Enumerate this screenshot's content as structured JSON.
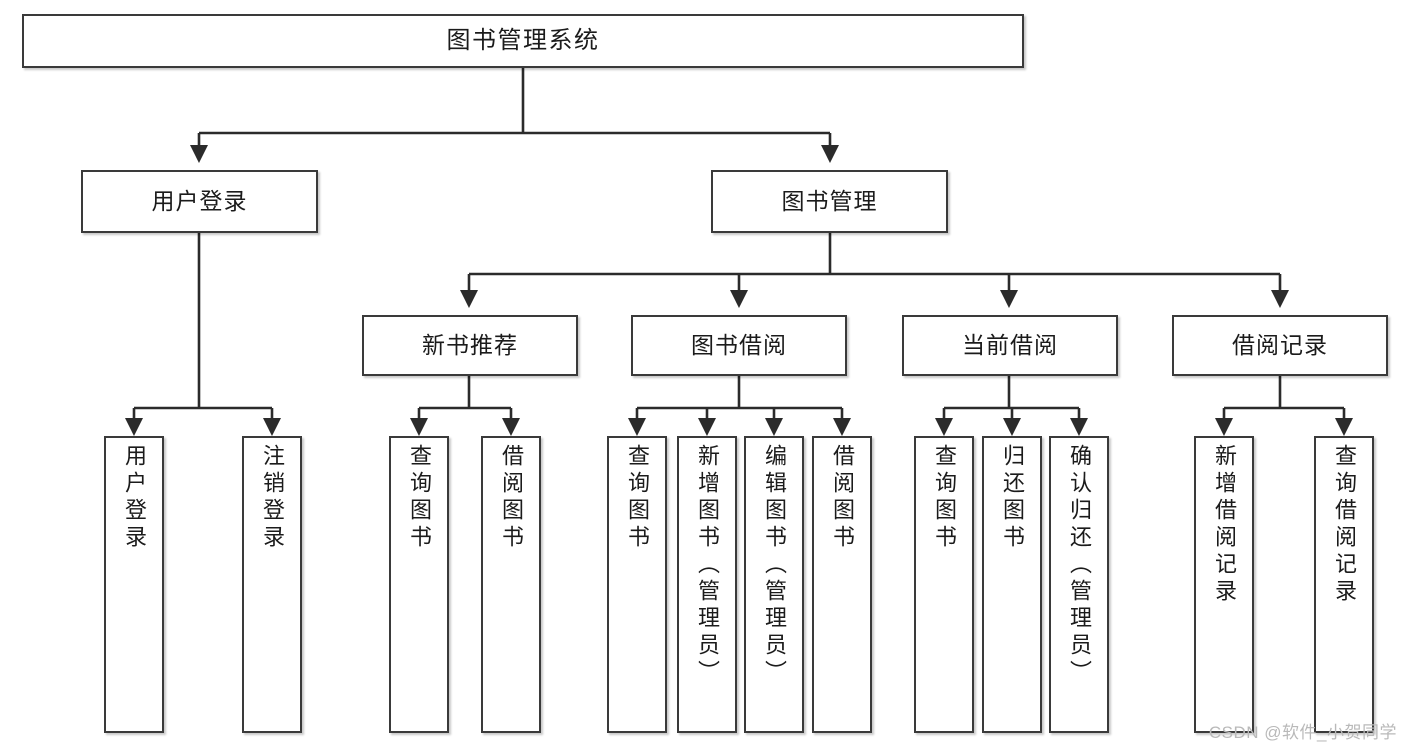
{
  "diagram": {
    "title": "图书管理系统",
    "type": "tree-structure-chart",
    "watermark": "CSDN @软件_小贺同学",
    "colors": {
      "box_border": "#3a3a3a",
      "box_fill": "#ffffff",
      "edge": "#2b2b2b",
      "text": "#1b1b1b",
      "watermark": "#b9b9b9",
      "background": "#ffffff"
    }
  },
  "nodes": {
    "root": {
      "id": "root",
      "label": "图书管理系统",
      "level": 1,
      "orientation": "horizontal"
    },
    "user_login": {
      "id": "user_login",
      "label": "用户登录",
      "level": 2,
      "orientation": "horizontal"
    },
    "book_mgmt": {
      "id": "book_mgmt",
      "label": "图书管理",
      "level": 2,
      "orientation": "horizontal"
    },
    "new_book_rec": {
      "id": "new_book_rec",
      "label": "新书推荐",
      "level": 3,
      "orientation": "horizontal"
    },
    "book_borrow": {
      "id": "book_borrow",
      "label": "图书借阅",
      "level": 3,
      "orientation": "horizontal"
    },
    "current_borrow": {
      "id": "current_borrow",
      "label": "当前借阅",
      "level": 3,
      "orientation": "horizontal"
    },
    "borrow_record": {
      "id": "borrow_record",
      "label": "借阅记录",
      "level": 3,
      "orientation": "horizontal"
    },
    "leaf_user_login": {
      "id": "leaf_user_login",
      "label": "用户登录",
      "level": 3,
      "orientation": "vertical"
    },
    "leaf_logout": {
      "id": "leaf_logout",
      "label": "注销登录",
      "level": 3,
      "orientation": "vertical"
    },
    "leaf_query_book_1": {
      "id": "leaf_query_book_1",
      "label": "查询图书",
      "level": 4,
      "orientation": "vertical"
    },
    "leaf_borrow_book_1": {
      "id": "leaf_borrow_book_1",
      "label": "借阅图书",
      "level": 4,
      "orientation": "vertical"
    },
    "leaf_query_book_2": {
      "id": "leaf_query_book_2",
      "label": "查询图书",
      "level": 4,
      "orientation": "vertical"
    },
    "leaf_add_book": {
      "id": "leaf_add_book",
      "label": "新增图书（管理员）",
      "level": 4,
      "orientation": "vertical"
    },
    "leaf_edit_book": {
      "id": "leaf_edit_book",
      "label": "编辑图书（管理员）",
      "level": 4,
      "orientation": "vertical"
    },
    "leaf_borrow_book_2": {
      "id": "leaf_borrow_book_2",
      "label": "借阅图书",
      "level": 4,
      "orientation": "vertical"
    },
    "leaf_query_book_3": {
      "id": "leaf_query_book_3",
      "label": "查询图书",
      "level": 4,
      "orientation": "vertical"
    },
    "leaf_return_book": {
      "id": "leaf_return_book",
      "label": "归还图书",
      "level": 4,
      "orientation": "vertical"
    },
    "leaf_confirm_return": {
      "id": "leaf_confirm_return",
      "label": "确认归还（管理员）",
      "level": 4,
      "orientation": "vertical"
    },
    "leaf_add_record": {
      "id": "leaf_add_record",
      "label": "新增借阅记录",
      "level": 4,
      "orientation": "vertical"
    },
    "leaf_query_record": {
      "id": "leaf_query_record",
      "label": "查询借阅记录",
      "level": 4,
      "orientation": "vertical"
    }
  },
  "hierarchy": [
    {
      "label": "图书管理系统",
      "children": [
        {
          "label": "用户登录",
          "children": [
            {
              "label": "用户登录",
              "children": []
            },
            {
              "label": "注销登录",
              "children": []
            }
          ]
        },
        {
          "label": "图书管理",
          "children": [
            {
              "label": "新书推荐",
              "children": [
                {
                  "label": "查询图书",
                  "children": []
                },
                {
                  "label": "借阅图书",
                  "children": []
                }
              ]
            },
            {
              "label": "图书借阅",
              "children": [
                {
                  "label": "查询图书",
                  "children": []
                },
                {
                  "label": "新增图书（管理员）",
                  "children": []
                },
                {
                  "label": "编辑图书（管理员）",
                  "children": []
                },
                {
                  "label": "借阅图书",
                  "children": []
                }
              ]
            },
            {
              "label": "当前借阅",
              "children": [
                {
                  "label": "查询图书",
                  "children": []
                },
                {
                  "label": "归还图书",
                  "children": []
                },
                {
                  "label": "确认归还（管理员）",
                  "children": []
                }
              ]
            },
            {
              "label": "借阅记录",
              "children": [
                {
                  "label": "新增借阅记录",
                  "children": []
                },
                {
                  "label": "查询借阅记录",
                  "children": []
                }
              ]
            }
          ]
        }
      ]
    }
  ]
}
